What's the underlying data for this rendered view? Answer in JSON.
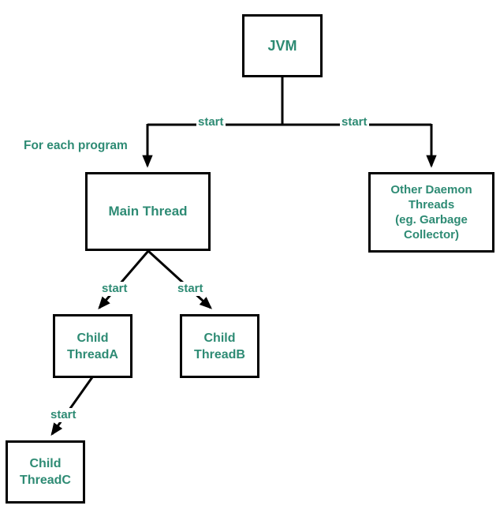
{
  "colors": {
    "accent": "#2e8b74",
    "line": "#000000",
    "background": "#ffffff"
  },
  "nodes": {
    "jvm": {
      "label": "JVM"
    },
    "main_thread": {
      "label": "Main Thread"
    },
    "daemon_threads": {
      "label": "Other Daemon\nThreads\n(eg. Garbage\nCollector)"
    },
    "child_thread_a": {
      "label": "Child\nThreadA"
    },
    "child_thread_b": {
      "label": "Child\nThreadB"
    },
    "child_thread_c": {
      "label": "Child\nThreadC"
    }
  },
  "edges": {
    "jvm_to_main": {
      "label": "start"
    },
    "jvm_to_daemon": {
      "label": "start"
    },
    "main_to_child_a": {
      "label": "start"
    },
    "main_to_child_b": {
      "label": "start"
    },
    "child_a_to_child_c": {
      "label": "start"
    }
  },
  "annotations": {
    "for_each_program": "For each program"
  }
}
